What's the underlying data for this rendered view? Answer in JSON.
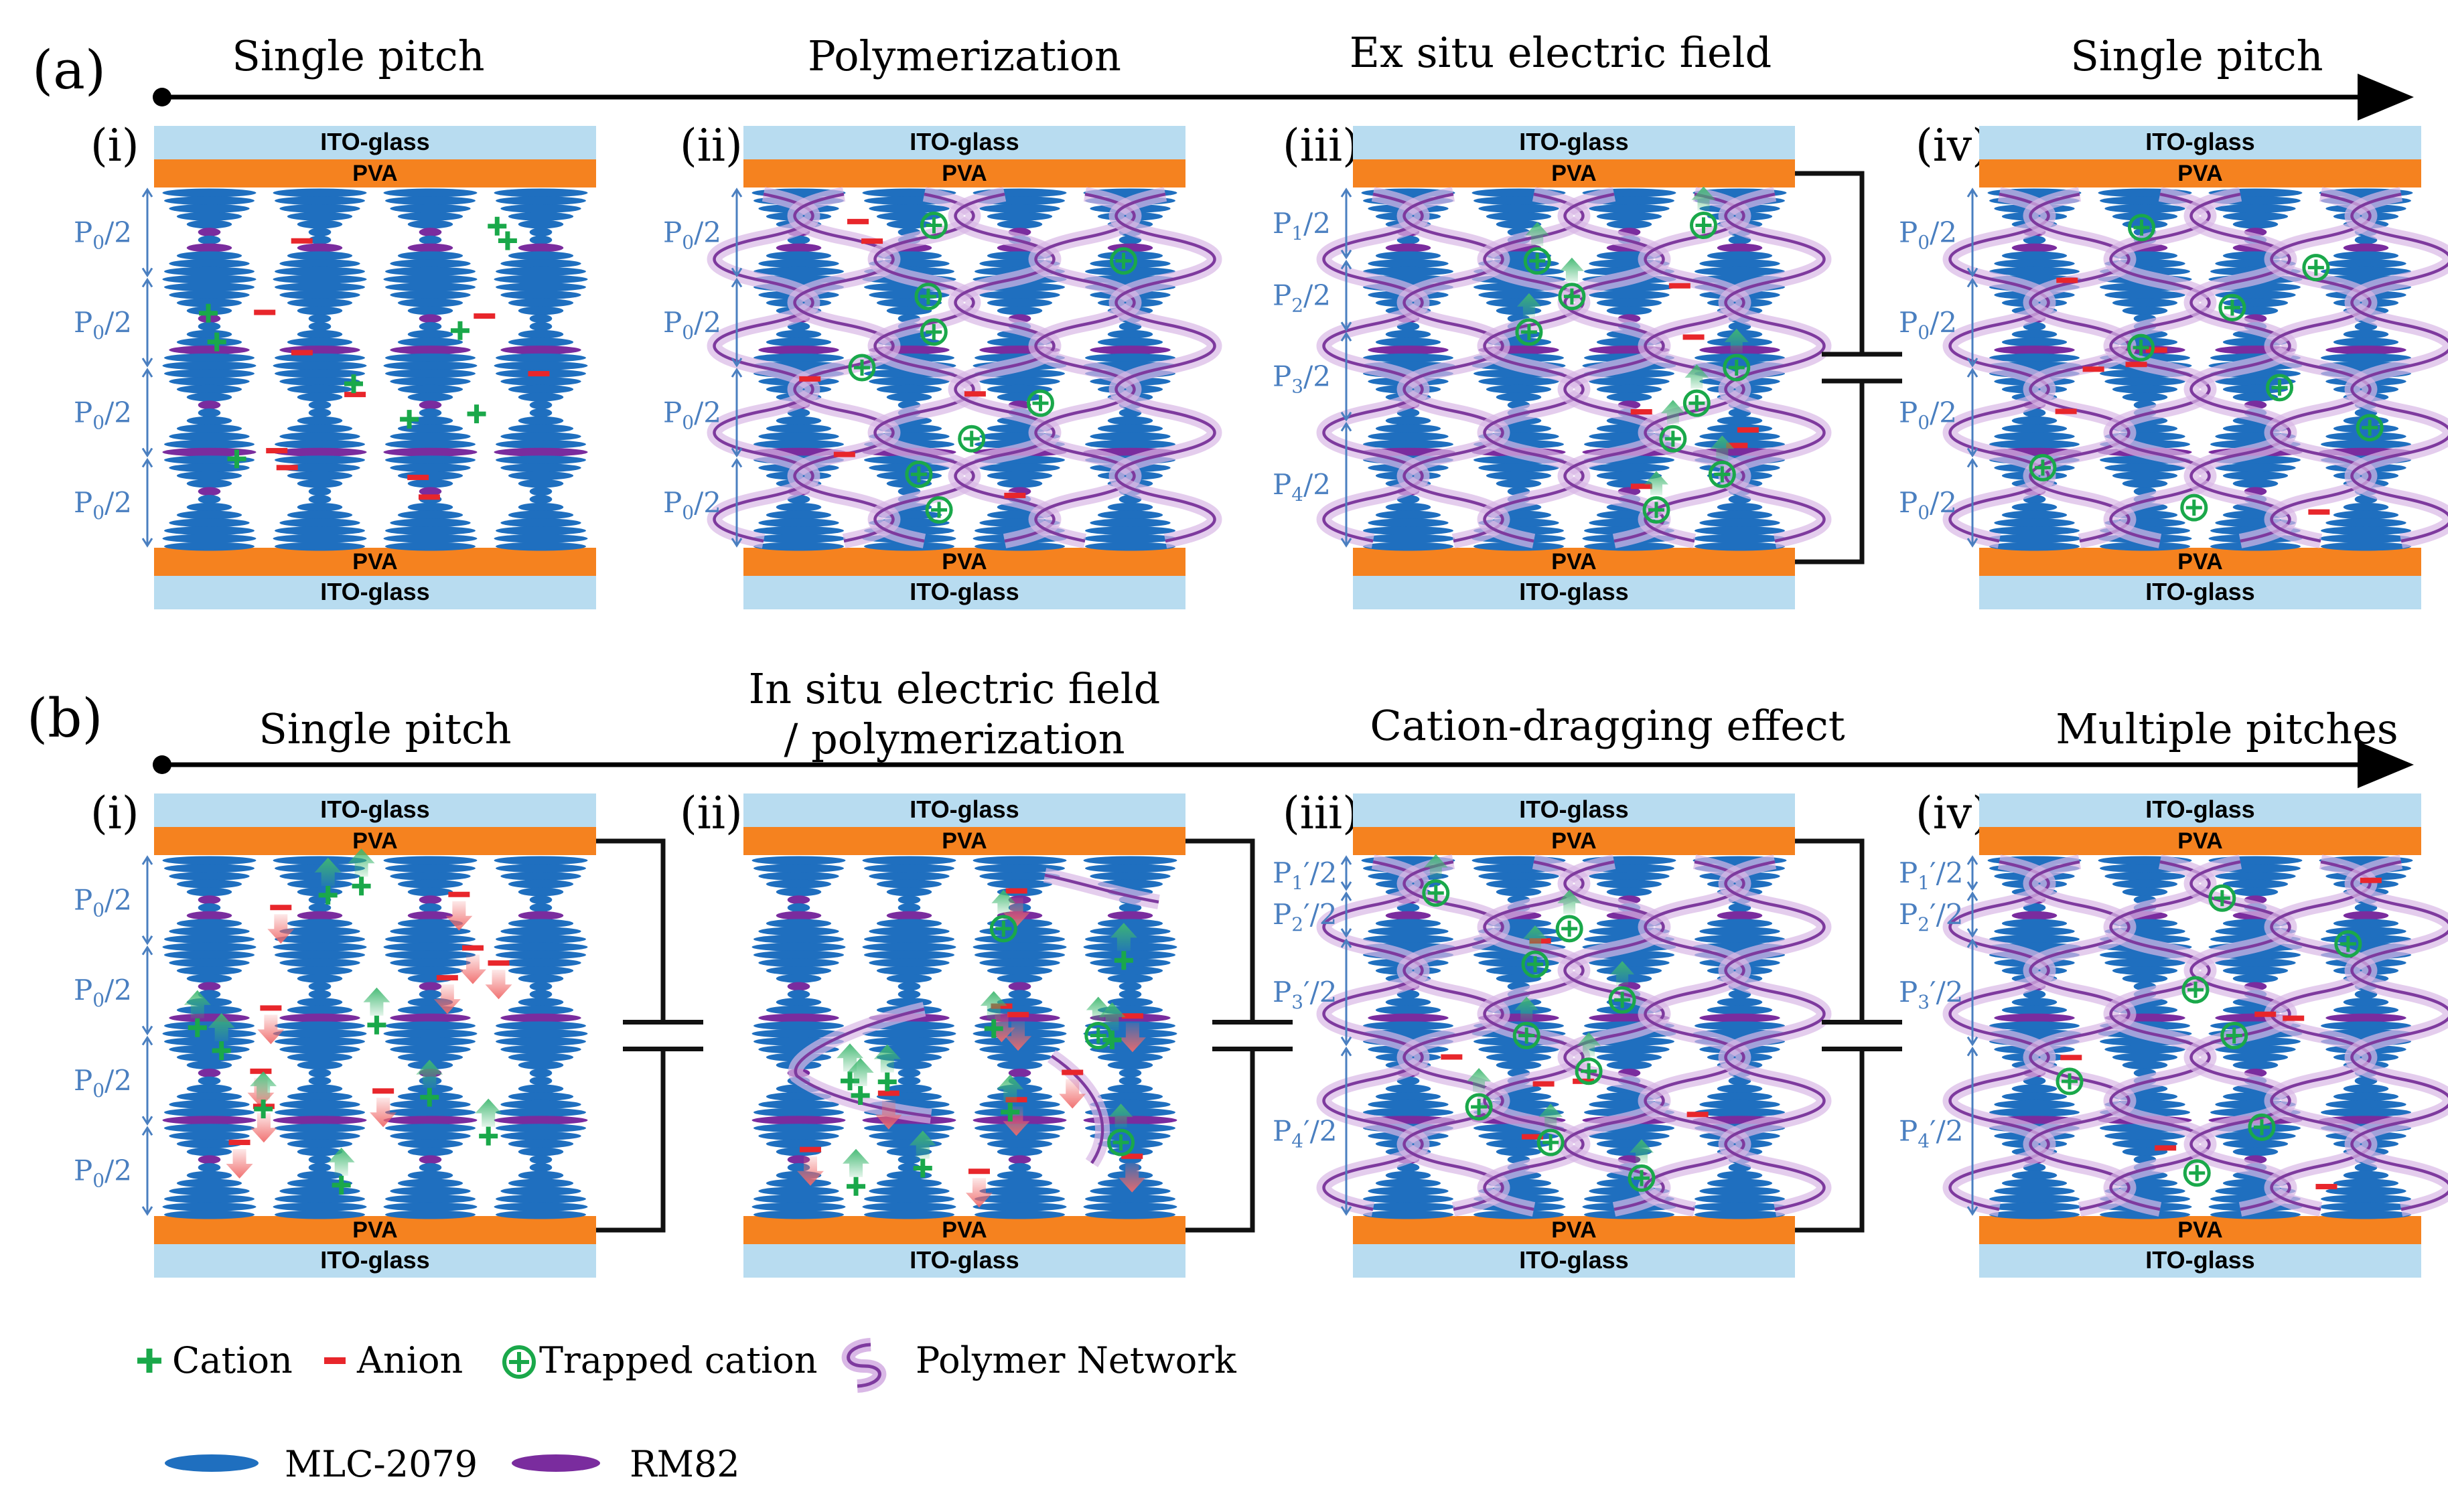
{
  "colors": {
    "glass": "#b8dcf0",
    "pva": "#f5821f",
    "mlc": "#1f6fbf",
    "rm82": "#7a2c9e",
    "polymer": "#7e3a9e",
    "polymer_glow": "#d9b8e6",
    "cation": "#1aa84a",
    "anion": "#e8262b",
    "pitch_text": "#4a7fc0",
    "arrow_up": "#3fb870",
    "arrow_down": "#f06a6a",
    "wire": "#111111"
  },
  "panel_a": {
    "label": "(a)",
    "steps": [
      "Single pitch",
      "Polymerization",
      "Ex situ electric field",
      "Single pitch"
    ],
    "cells": [
      {
        "numeral": "(i)",
        "top_glass": "ITO-glass",
        "top_pva": "PVA",
        "bottom_pva": "PVA",
        "bottom_glass": "ITO-glass",
        "pitch_main": [
          "P",
          "P",
          "P",
          "P"
        ],
        "pitch_sub": [
          "0",
          "0",
          "0",
          "0"
        ],
        "pitch_suffix": [
          "/2",
          "/2",
          "/2",
          "/2"
        ],
        "polymer": false,
        "circuit": false,
        "free_ions": true,
        "trapped": 0
      },
      {
        "numeral": "(ii)",
        "top_glass": "ITO-glass",
        "top_pva": "PVA",
        "bottom_pva": "PVA",
        "bottom_glass": "ITO-glass",
        "pitch_main": [
          "P",
          "P",
          "P",
          "P"
        ],
        "pitch_sub": [
          "0",
          "0",
          "0",
          "0"
        ],
        "pitch_suffix": [
          "/2",
          "/2",
          "/2",
          "/2"
        ],
        "polymer": true,
        "circuit": false,
        "free_ions": false,
        "trapped": 9
      },
      {
        "numeral": "(iii)",
        "top_glass": "ITO-glass",
        "top_pva": "PVA",
        "bottom_pva": "PVA",
        "bottom_glass": "ITO-glass",
        "pitch_main": [
          "P",
          "P",
          "P",
          "P"
        ],
        "pitch_sub": [
          "1",
          "2",
          "3",
          "4"
        ],
        "pitch_suffix": [
          "/2",
          "/2",
          "/2",
          "/2"
        ],
        "polymer": true,
        "circuit": true,
        "free_ions": false,
        "trapped": 9
      },
      {
        "numeral": "(iv)",
        "top_glass": "ITO-glass",
        "top_pva": "PVA",
        "bottom_pva": "PVA",
        "bottom_glass": "ITO-glass",
        "pitch_main": [
          "P",
          "P",
          "P",
          "P"
        ],
        "pitch_sub": [
          "0",
          "0",
          "0",
          "0"
        ],
        "pitch_suffix": [
          "/2",
          "/2",
          "/2",
          "/2"
        ],
        "polymer": true,
        "circuit": false,
        "free_ions": false,
        "trapped": 8
      }
    ]
  },
  "panel_b": {
    "label": "(b)",
    "steps": [
      "Single pitch",
      "In situ electric field",
      "/ polymerization",
      "Cation-dragging effect",
      "Multiple pitches"
    ],
    "cells": [
      {
        "numeral": "(i)",
        "top_glass": "ITO-glass",
        "top_pva": "PVA",
        "bottom_pva": "PVA",
        "bottom_glass": "ITO-glass",
        "pitch_main": [
          "P",
          "P",
          "P",
          "P"
        ],
        "pitch_sub": [
          "0",
          "0",
          "0",
          "0"
        ],
        "pitch_suffix": [
          "/2",
          "/2",
          "/2",
          "/2"
        ],
        "polymer": false,
        "circuit": true,
        "free_ions": true,
        "trapped": 0
      },
      {
        "numeral": "(ii)",
        "top_glass": "ITO-glass",
        "top_pva": "PVA",
        "bottom_pva": "PVA",
        "bottom_glass": "ITO-glass",
        "pitch_main": [],
        "pitch_sub": [],
        "pitch_suffix": [],
        "polymer": true,
        "circuit": true,
        "free_ions": true,
        "trapped": 3
      },
      {
        "numeral": "(iii)",
        "top_glass": "ITO-glass",
        "top_pva": "PVA",
        "bottom_pva": "PVA",
        "bottom_glass": "ITO-glass",
        "pitch_main": [
          "P",
          "P",
          "P",
          "P"
        ],
        "pitch_sub": [
          "1",
          "2",
          "3",
          "4"
        ],
        "pitch_suffix": [
          "′/2",
          "′/2",
          "′/2",
          "′/2"
        ],
        "polymer": true,
        "circuit": true,
        "free_ions": false,
        "trapped": 9
      },
      {
        "numeral": "(iv)",
        "top_glass": "ITO-glass",
        "top_pva": "PVA",
        "bottom_pva": "PVA",
        "bottom_glass": "ITO-glass",
        "pitch_main": [
          "P",
          "P",
          "P",
          "P"
        ],
        "pitch_sub": [
          "1",
          "2",
          "3",
          "4"
        ],
        "pitch_suffix": [
          "′/2",
          "′/2",
          "′/2",
          "′/2"
        ],
        "polymer": true,
        "circuit": false,
        "free_ions": false,
        "trapped": 7
      }
    ]
  },
  "legend": {
    "cation": "Cation",
    "anion": "Anion",
    "trapped": "Trapped cation",
    "polymer": "Polymer Network",
    "mlc": "MLC-2079",
    "rm82": "RM82"
  }
}
